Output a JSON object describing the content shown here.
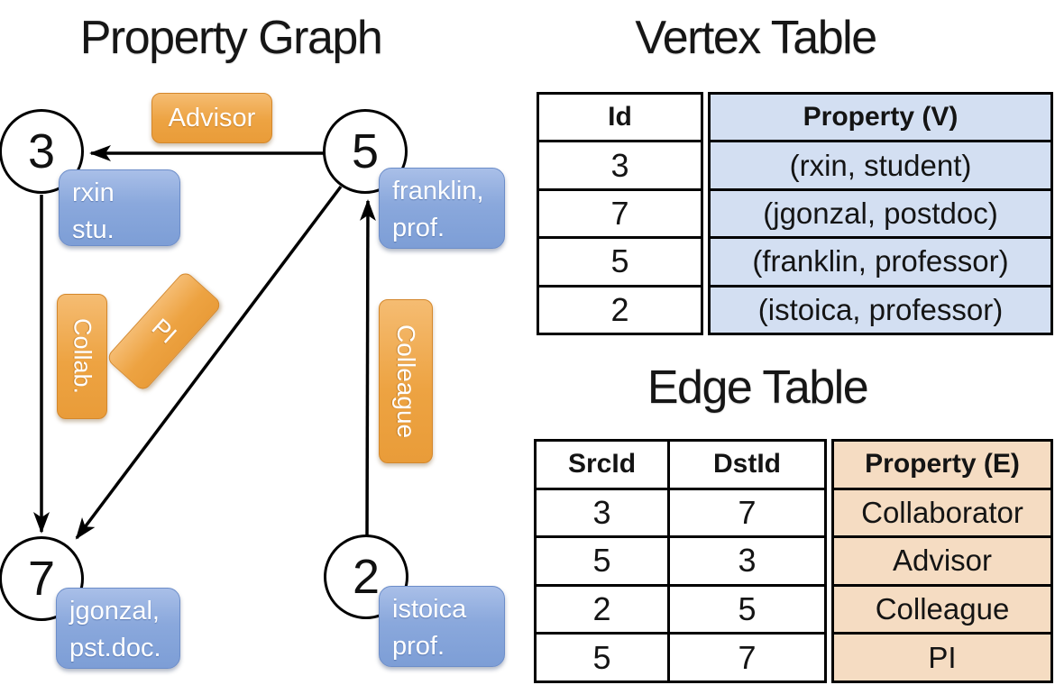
{
  "graph": {
    "title": "Property Graph",
    "nodes": [
      {
        "id": "3",
        "label_lines": [
          "rxin",
          "stu."
        ]
      },
      {
        "id": "5",
        "label_lines": [
          "franklin,",
          "prof."
        ]
      },
      {
        "id": "7",
        "label_lines": [
          "jgonzal,",
          "pst.doc."
        ]
      },
      {
        "id": "2",
        "label_lines": [
          "istoica",
          "prof."
        ]
      }
    ],
    "edges": [
      {
        "from": "5",
        "to": "3",
        "label": "Advisor"
      },
      {
        "from": "3",
        "to": "7",
        "label": "Collab."
      },
      {
        "from": "5",
        "to": "7",
        "label": "PI"
      },
      {
        "from": "2",
        "to": "5",
        "label": "Colleague"
      }
    ]
  },
  "vertex_table": {
    "title": "Vertex Table",
    "columns": {
      "id": "Id",
      "property": "Property (V)"
    },
    "rows": [
      {
        "id": "3",
        "property": "(rxin, student)"
      },
      {
        "id": "7",
        "property": "(jgonzal, postdoc)"
      },
      {
        "id": "5",
        "property": "(franklin, professor)"
      },
      {
        "id": "2",
        "property": "(istoica, professor)"
      }
    ]
  },
  "edge_table": {
    "title": "Edge Table",
    "columns": {
      "src": "SrcId",
      "dst": "DstId",
      "property": "Property (E)"
    },
    "rows": [
      {
        "src": "3",
        "dst": "7",
        "property": "Collaborator"
      },
      {
        "src": "5",
        "dst": "3",
        "property": "Advisor"
      },
      {
        "src": "2",
        "dst": "5",
        "property": "Colleague"
      },
      {
        "src": "5",
        "dst": "7",
        "property": "PI"
      }
    ]
  },
  "colors": {
    "edge_label_orange": "#EDA342",
    "vertex_label_blue": "#84A3D8",
    "vertex_table_fill": "#D3DFF2",
    "edge_table_fill": "#F5DCC2",
    "line_black": "#000000"
  }
}
